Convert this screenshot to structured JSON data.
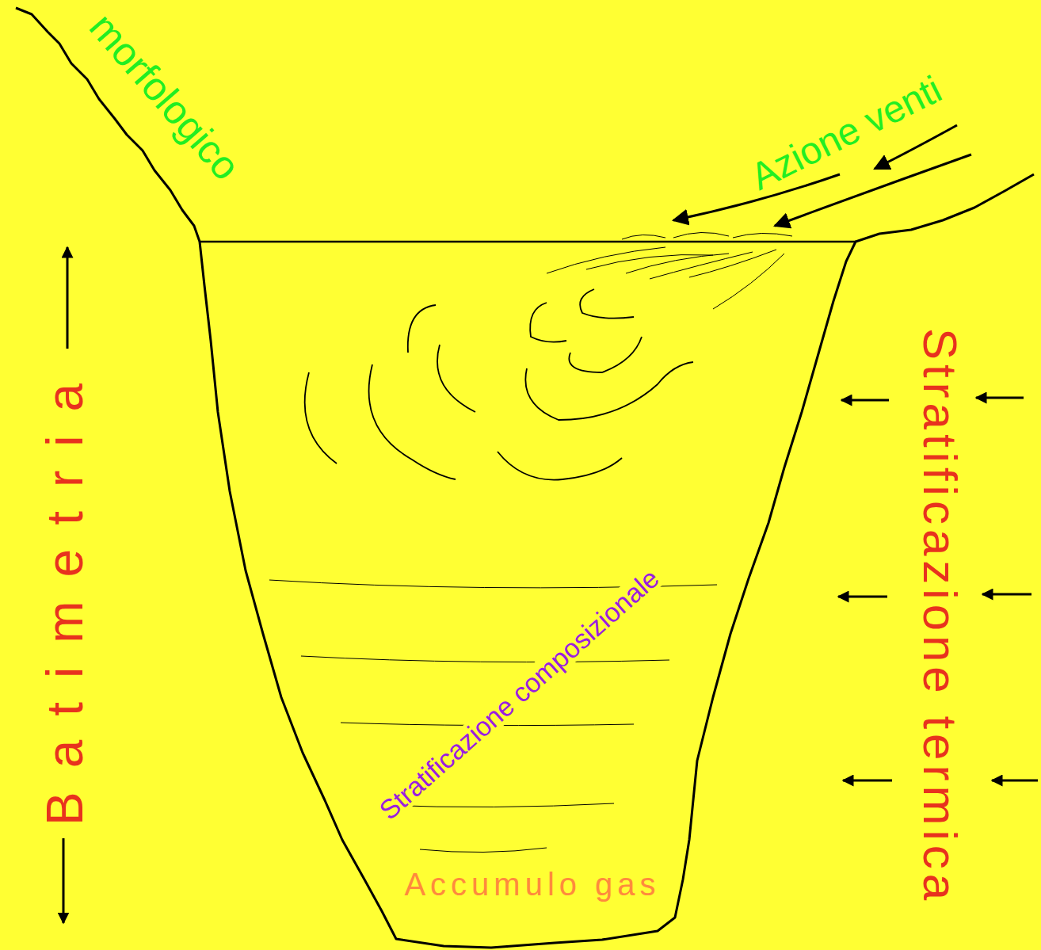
{
  "diagram": {
    "labels": [
      "morfologico",
      "Azione venti",
      "Batimetria",
      "Stratificazione termica",
      "Stratificazione composizionale",
      "Accumulo gas"
    ]
  }
}
